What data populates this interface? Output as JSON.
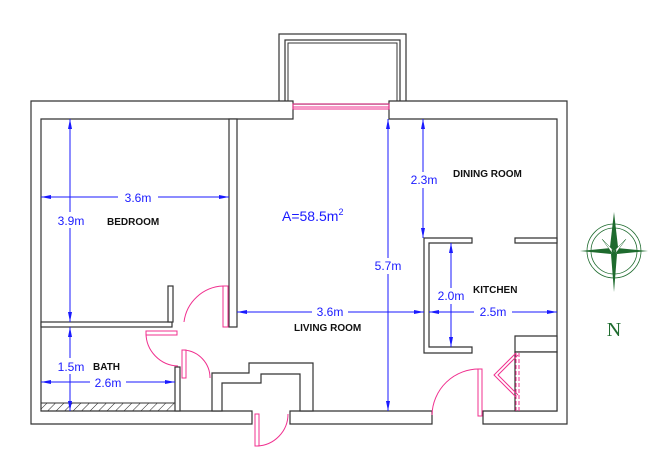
{
  "rooms": {
    "bedroom": "BEDROOM",
    "bath": "BATH",
    "living_room": "LIVING ROOM",
    "dining_room": "DINING ROOM",
    "kitchen": "KITCHEN"
  },
  "area": {
    "label": "A=58.5m",
    "superscript": "2"
  },
  "dimensions": {
    "bedroom_width": "3.6m",
    "bedroom_height": "3.9m",
    "bath_height": "1.5m",
    "bath_width": "2.6m",
    "living_width": "3.6m",
    "living_height": "5.7m",
    "dining_height": "2.3m",
    "kitchen_height": "2.0m",
    "kitchen_width": "2.5m"
  },
  "compass": {
    "label": "N"
  },
  "colors": {
    "dimension": "#1a1aff",
    "door": "#f0308f",
    "compass": "#1e6b2e"
  }
}
